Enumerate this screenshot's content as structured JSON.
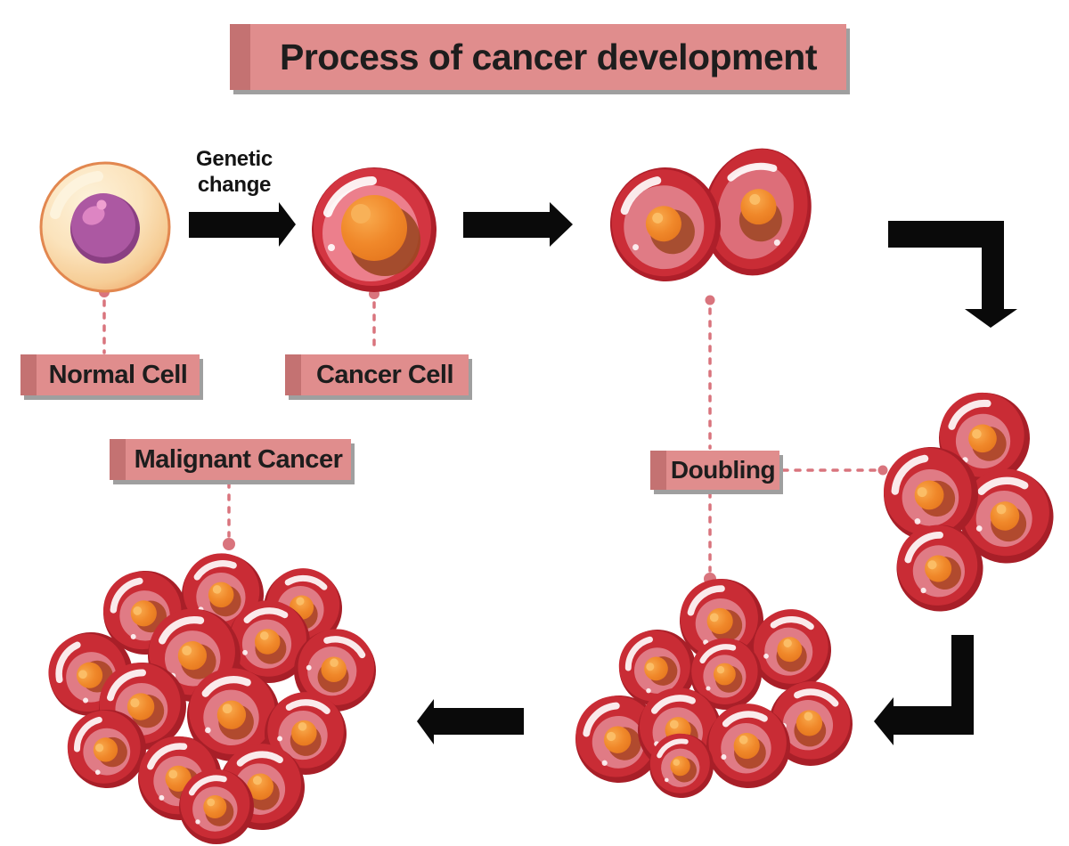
{
  "title": "Process of cancer development",
  "labels": {
    "normal_cell": "Normal Cell",
    "cancer_cell": "Cancer Cell",
    "doubling": "Doubling",
    "malignant_cancer": "Malignant Cancer"
  },
  "annotations": {
    "genetic_change": "Genetic change"
  },
  "figures": [
    {
      "name": "normal-cell",
      "cells": 1
    },
    {
      "name": "cancer-cell",
      "cells": 1
    },
    {
      "name": "dividing-cancer-cells",
      "cells": 2
    },
    {
      "name": "doubling-cluster",
      "cells": 4
    },
    {
      "name": "growing-tumor-cluster",
      "cells": 9
    },
    {
      "name": "malignant-tumor-cluster",
      "cells": 14
    }
  ],
  "colors": {
    "background": "#ffffff",
    "banner_fill": "#e08d8d",
    "banner_edge": "#c47272",
    "banner_shadow": "#9f9f9f",
    "banner_text": "#1d1d1d",
    "connector": "#d9747d",
    "arrow": "#0a0a0a",
    "cancer_cell_red": "#c92c35",
    "cancer_cell_rim": "#a81f28",
    "cancer_cell_pink": "#e07b85",
    "nucleus_orange": "#f0882a",
    "nucleus_rust": "#a8421f",
    "normal_cell_cream": "#fbe3bc",
    "normal_cell_edge": "#e2874f",
    "normal_nucleus_purple": "#ac58a2"
  }
}
